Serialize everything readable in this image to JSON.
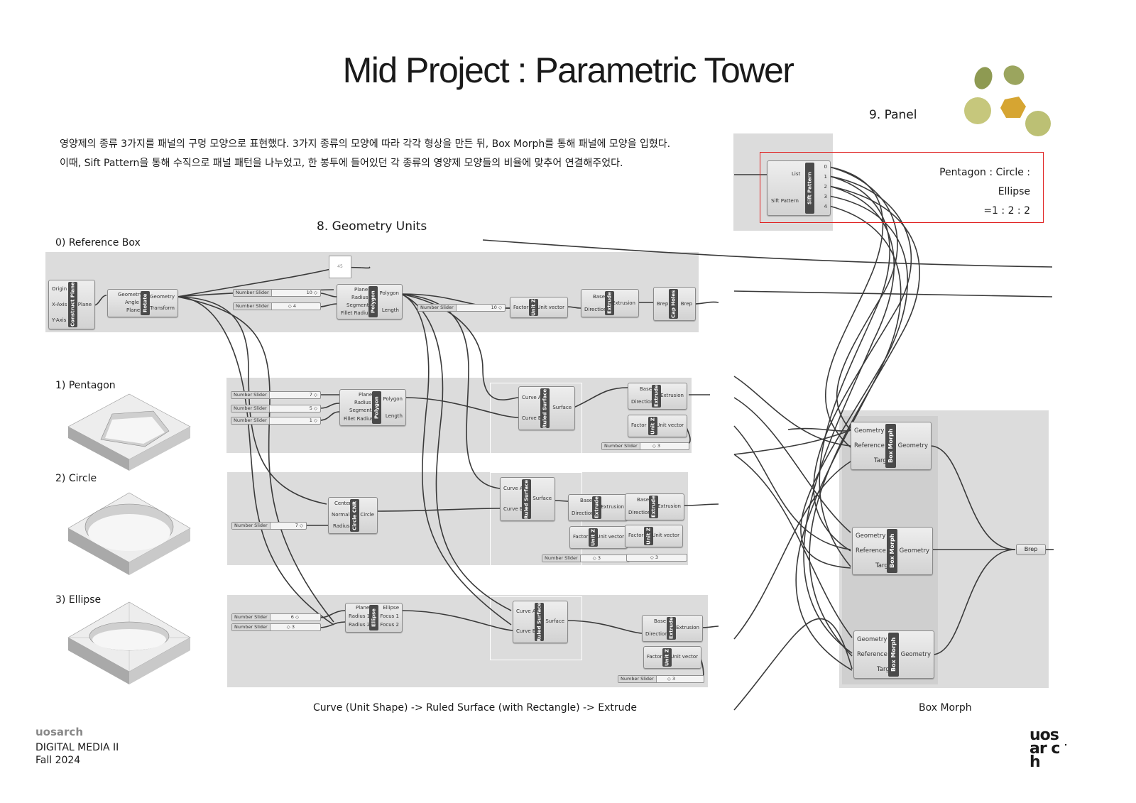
{
  "header": {
    "title": "Mid Project : Parametric Tower"
  },
  "description": {
    "line1": "영양제의 종류 3가지를 패널의 구멍 모양으로 표현했다. 3가지 종류의 모양에 따라 각각 형상을 만든 뒤, Box Morph를 통해 패널에 모양을 입혔다.",
    "line2": "이때, Sift Pattern을 통해 수직으로 패널 패턴을 나누었고, 한 봉투에 들어있던 각 종류의 영양제 모양들의 비율에 맞추어 연결해주었다."
  },
  "sections": {
    "geometry_units": "8. Geometry Units",
    "panel": "9. Panel",
    "reference_box": "0) Reference Box",
    "pentagon": "1) Pentagon",
    "circle": "2) Circle",
    "ellipse": "3) Ellipse"
  },
  "ratio": {
    "line1": "Pentagon : Circle : Ellipse",
    "line2": "=1 : 2 : 2"
  },
  "captions": {
    "left": "Curve (Unit Shape) -> Ruled Surface (with Rectangle) -> Extrude",
    "right": "Box Morph"
  },
  "nodes": {
    "construct_plane": {
      "name": "Construct Plane",
      "inputs": [
        "Origin",
        "X-Axis",
        "Y-Axis"
      ],
      "output": "Plane"
    },
    "rotate": {
      "name": "Rotate",
      "inputs": [
        "Geometry",
        "Angle",
        "Plane"
      ],
      "outputs": [
        "Geometry",
        "Transform"
      ]
    },
    "panel45": {
      "value": "45"
    },
    "polygon": {
      "name": "Polygon",
      "inputs": [
        "Plane",
        "Radius",
        "Segments",
        "Fillet Radius"
      ],
      "outputs": [
        "Polygon",
        "Length"
      ]
    },
    "unitz": {
      "name": "Unit Z",
      "input": "Factor",
      "output": "Unit vector"
    },
    "extrude": {
      "name": "Extrude",
      "inputs": [
        "Base",
        "Direction"
      ],
      "output": "Extrusion"
    },
    "cap": {
      "name": "Cap Holes",
      "input": "Brep",
      "output": "Brep"
    },
    "ruled": {
      "name": "Ruled Surface",
      "inputs": [
        "Curve A",
        "Curve B"
      ],
      "output": "Surface"
    },
    "circle": {
      "name": "Circle CNR",
      "inputs": [
        "Center",
        "Normal",
        "Radius"
      ],
      "output": "Circle"
    },
    "ellipse": {
      "name": "Ellipse",
      "inputs": [
        "Plane",
        "Radius 1",
        "Radius 2"
      ],
      "outputs": [
        "Ellipse",
        "Focus 1",
        "Focus 2"
      ]
    },
    "sift": {
      "name": "Sift Pattern",
      "inputs": [
        "List",
        "Sift Pattern"
      ],
      "outputs": [
        "0",
        "1",
        "2",
        "3",
        "4"
      ]
    },
    "boxmorph": {
      "name": "Box Morph",
      "inputs": [
        "Geometry",
        "Reference",
        "Target"
      ],
      "output": "Geometry"
    },
    "brep": {
      "label": "Brep"
    }
  },
  "sliders": {
    "label": "Number Slider",
    "ref_a": "10 ◇",
    "ref_b": "◇ 4",
    "ref_c": "10 ◇",
    "pent_a": "7 ◇",
    "pent_b": "5 ◇",
    "pent_c": "1 ◇",
    "pent_d": "◇ 3",
    "circ_a": "7 ◇",
    "circ_b": "◇ 3",
    "circ_c": "◇ 3",
    "ell_a": "6 ◇",
    "ell_b": "◇ 3",
    "ell_c": "◇ 3"
  },
  "footer": {
    "brand": "uosarch",
    "course": "DIGITAL MEDIA II",
    "term": "Fall 2024",
    "logo": "uos ar ch"
  },
  "colors": {
    "wire": "#3a3a3a",
    "panel_bg": "#dcdcdc",
    "highlight": "#e02020",
    "node_label_bg": "#4a4a4a"
  }
}
